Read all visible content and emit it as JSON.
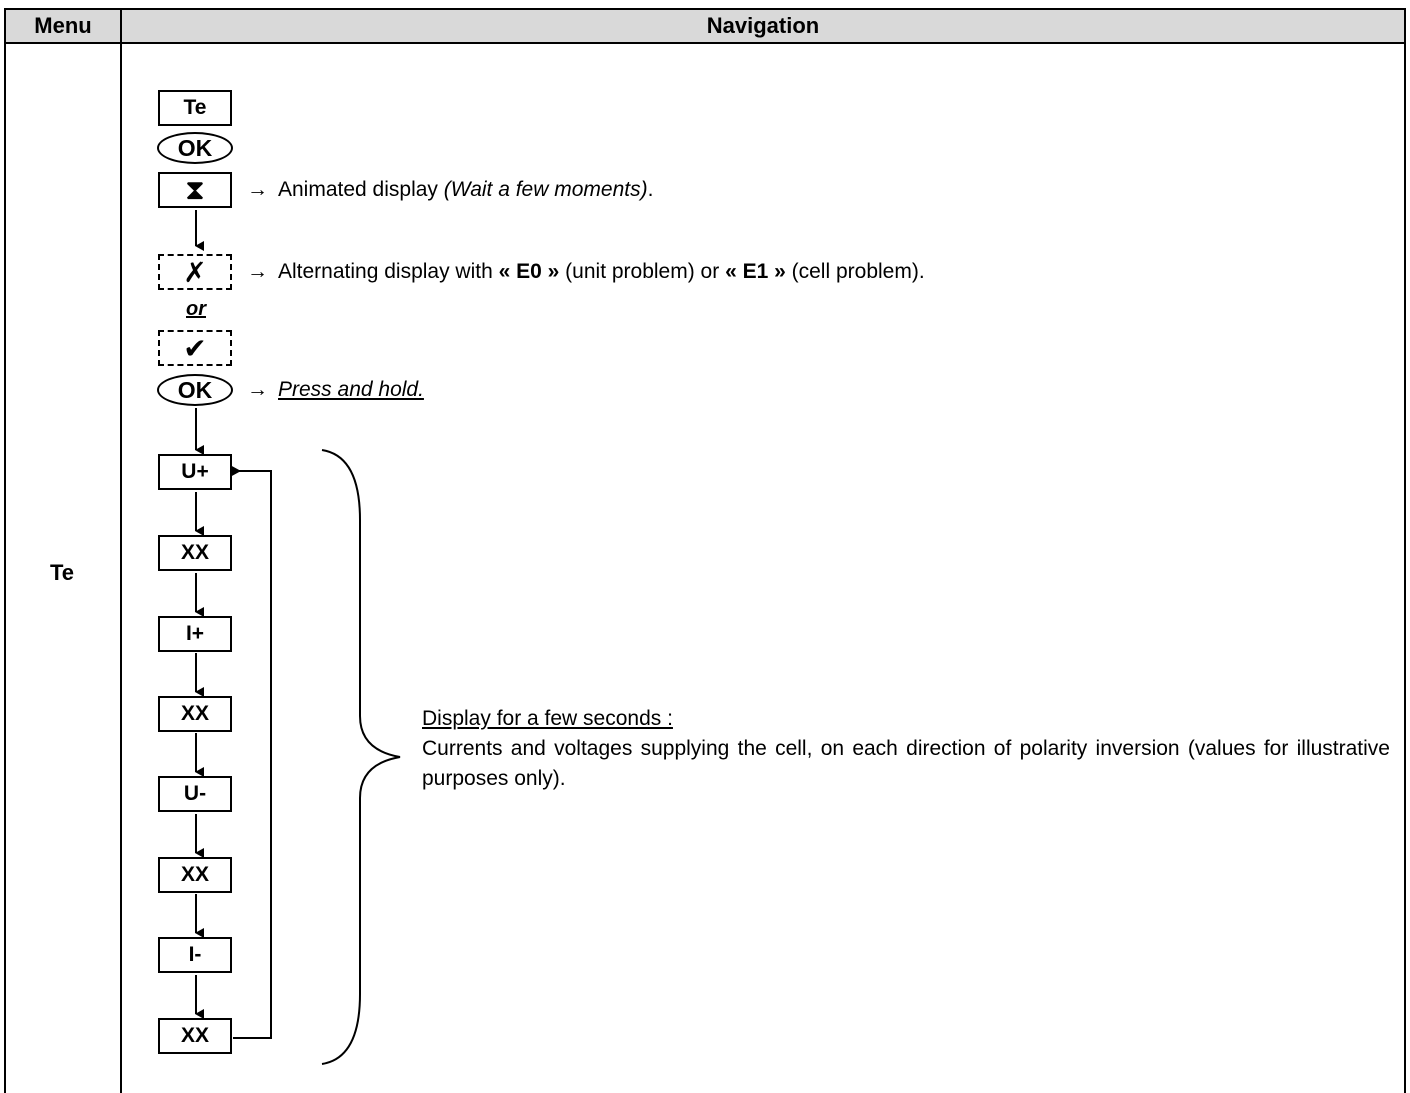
{
  "table": {
    "header_menu": "Menu",
    "header_navigation": "Navigation",
    "menu_value": "Te"
  },
  "flow": {
    "te_box": "Te",
    "ok_button_1": "OK",
    "hourglass_icon": "hourglass",
    "cross_icon": "cross",
    "or_label": "or",
    "check_icon": "checkmark",
    "ok_button_2": "OK",
    "cycle": [
      "U+",
      "XX",
      "I+",
      "XX",
      "U-",
      "XX",
      "I-",
      "XX"
    ]
  },
  "notes": {
    "arrow": "→",
    "animated_text": "Animated display ",
    "animated_italic": "(Wait a few moments)",
    "animated_end": ".",
    "alt_text_1": "Alternating display with ",
    "alt_e0": "« E0 »",
    "alt_text_2": " (unit problem) or ",
    "alt_e1": "« E1 »",
    "alt_text_3": " (cell problem).",
    "press_hold": "Press and hold."
  },
  "description": {
    "title": "Display for a few seconds :",
    "body": "Currents and voltages supplying the cell, on each direction of polarity inversion (values for illustrative purposes only)."
  }
}
